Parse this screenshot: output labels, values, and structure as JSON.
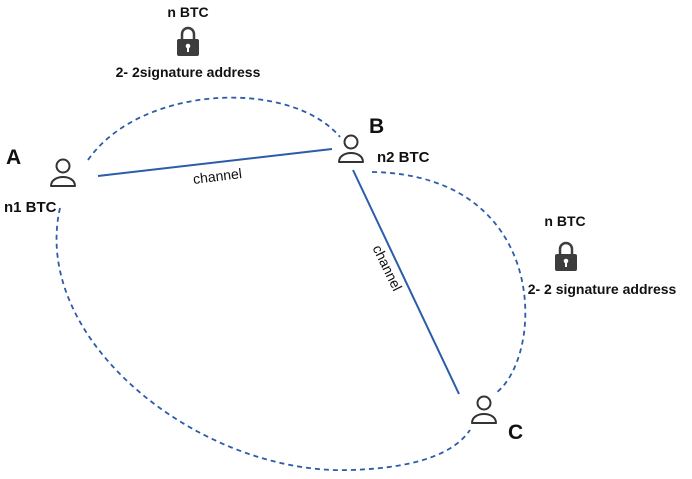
{
  "nodes": {
    "a": {
      "letter": "A",
      "amount": "n1 BTC"
    },
    "b": {
      "letter": "B",
      "amount": "n2 BTC"
    },
    "c": {
      "letter": "C"
    }
  },
  "channels": {
    "ab": {
      "label": "channel"
    },
    "bc": {
      "label": "channel"
    }
  },
  "locks": {
    "top": {
      "amount": "n BTC",
      "caption": "2- 2signature address"
    },
    "right": {
      "amount": "n BTC",
      "caption": "2- 2 signature address"
    }
  },
  "colors": {
    "line": "#2b5ca8",
    "icon": "#333333",
    "lock_body": "#3d3d3d"
  },
  "icons": [
    "user-icon",
    "lock-icon"
  ]
}
